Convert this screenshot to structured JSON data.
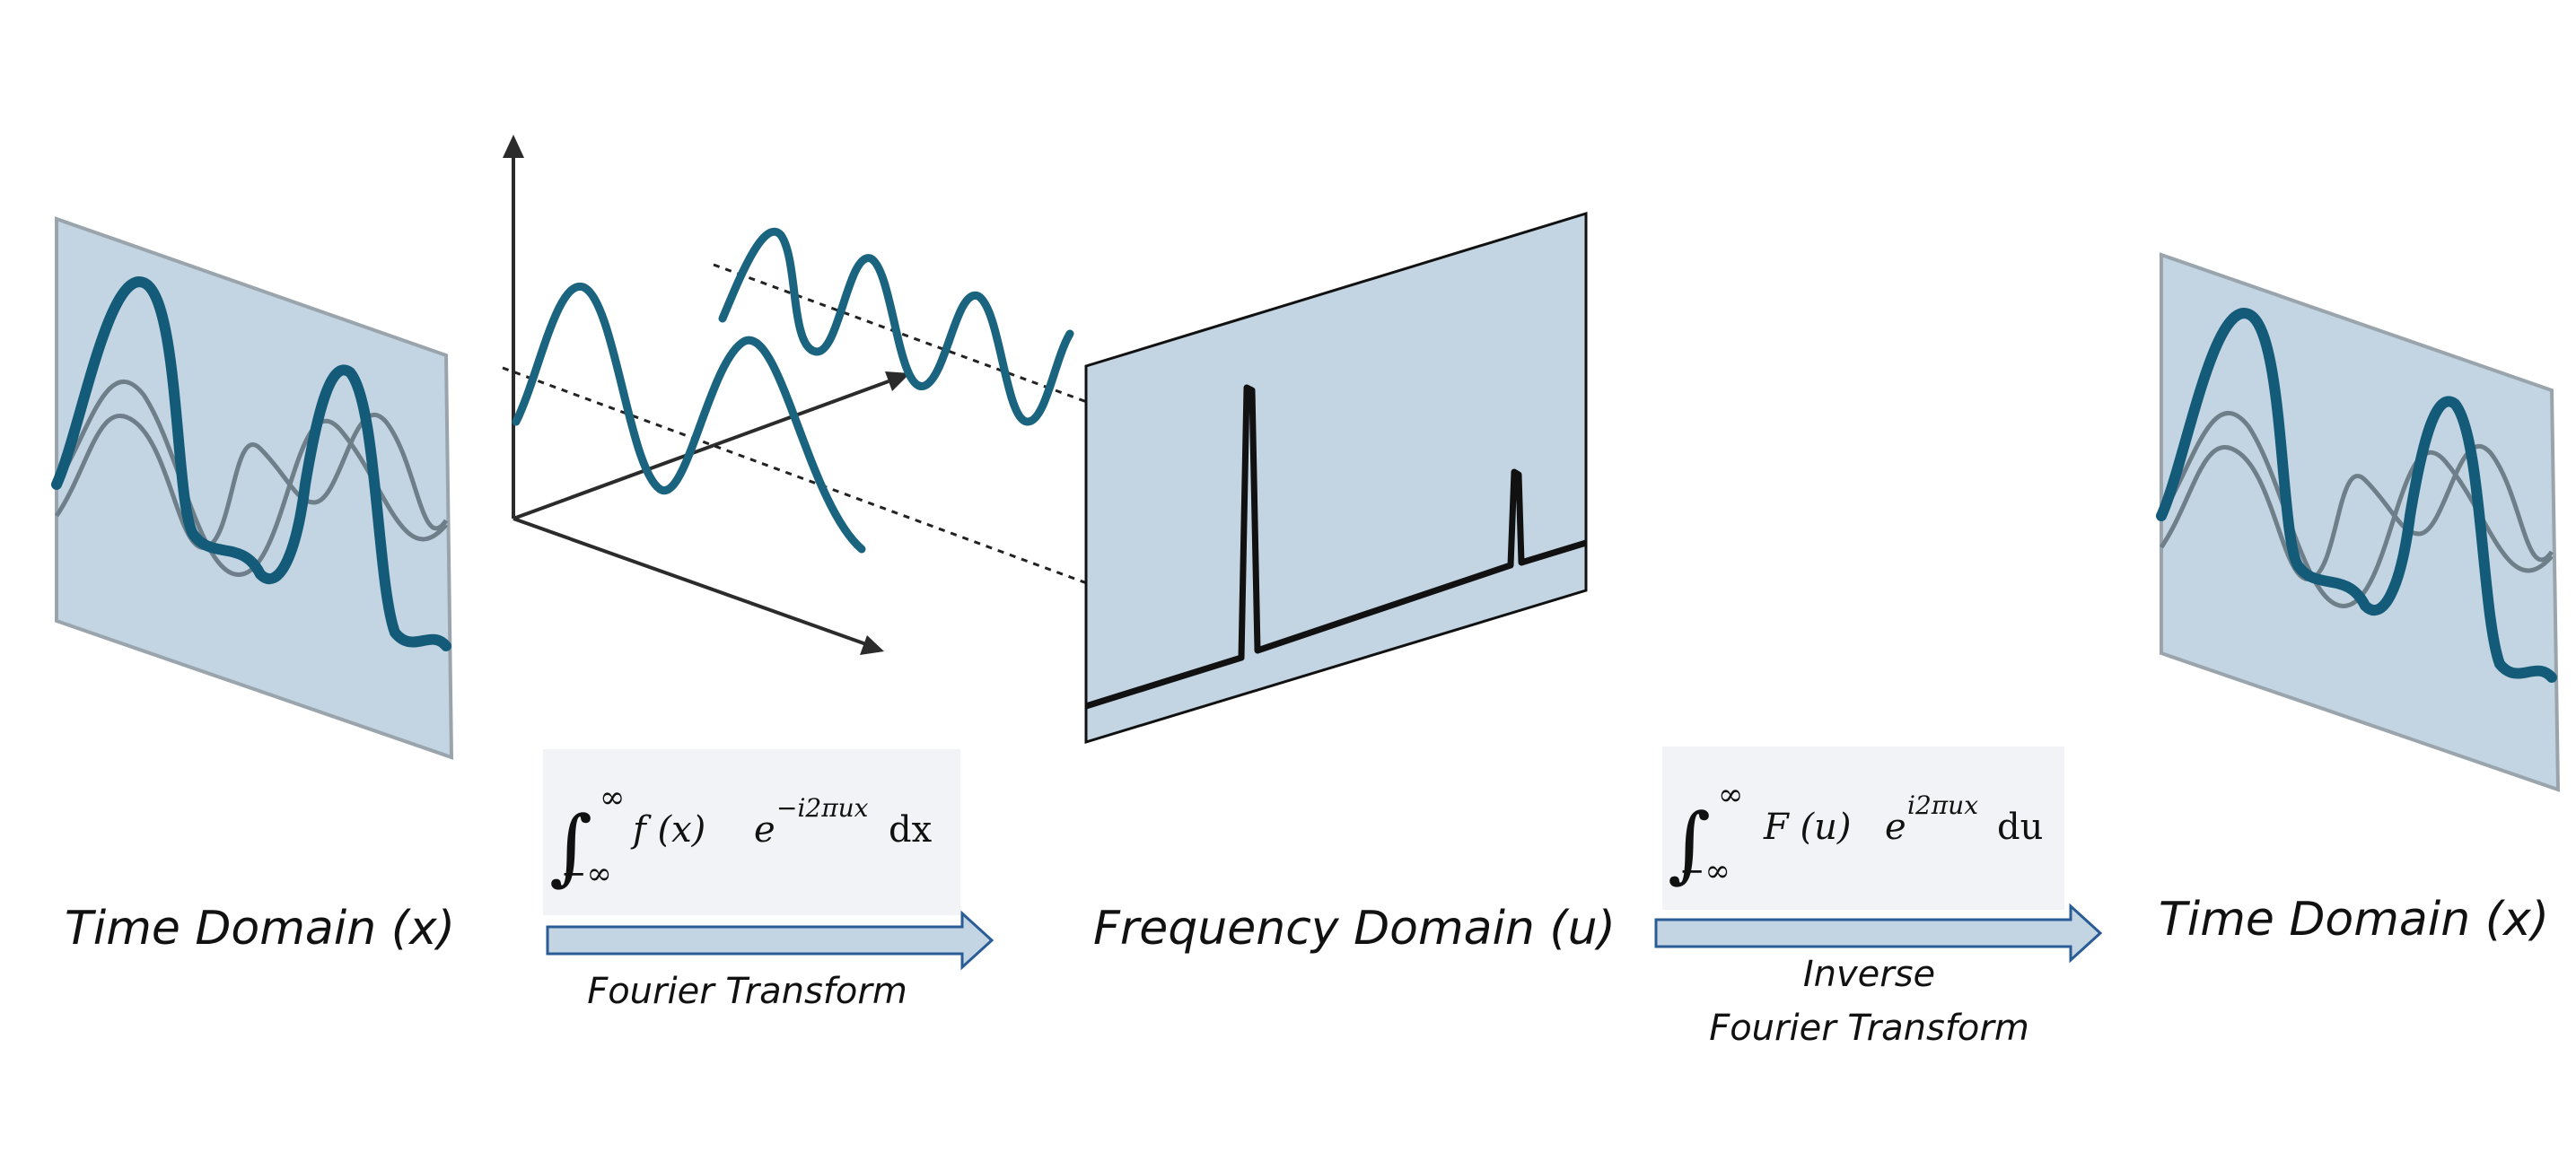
{
  "labels": {
    "time_domain_left": "Time Domain (x)",
    "frequency_domain": "Frequency Domain (u)",
    "time_domain_right": "Time Domain (x)",
    "forward_transform": "Fourier Transform",
    "inverse_transform_line1": "Inverse",
    "inverse_transform_line2": "Fourier Transform"
  },
  "formulas": {
    "forward": {
      "upper_limit": "∞",
      "lower_limit": "−∞",
      "function": "f (x)",
      "base": "e",
      "exponent": "−i2πux",
      "differential": "dx"
    },
    "inverse": {
      "upper_limit": "∞",
      "lower_limit": "−∞",
      "function": "F (u)",
      "base": "e",
      "exponent": "i2πux",
      "differential": "du"
    }
  },
  "colors": {
    "panel_fill": "#c3d5e2",
    "panel_border": "#9aa4ac",
    "signal_strong": "#135b78",
    "signal_faint": "#6f7f8a",
    "wave": "#1b6480",
    "arrow_fill": "#c3d5e2",
    "arrow_stroke": "#2a5c96",
    "formula_bg": "#f1f3f7"
  }
}
